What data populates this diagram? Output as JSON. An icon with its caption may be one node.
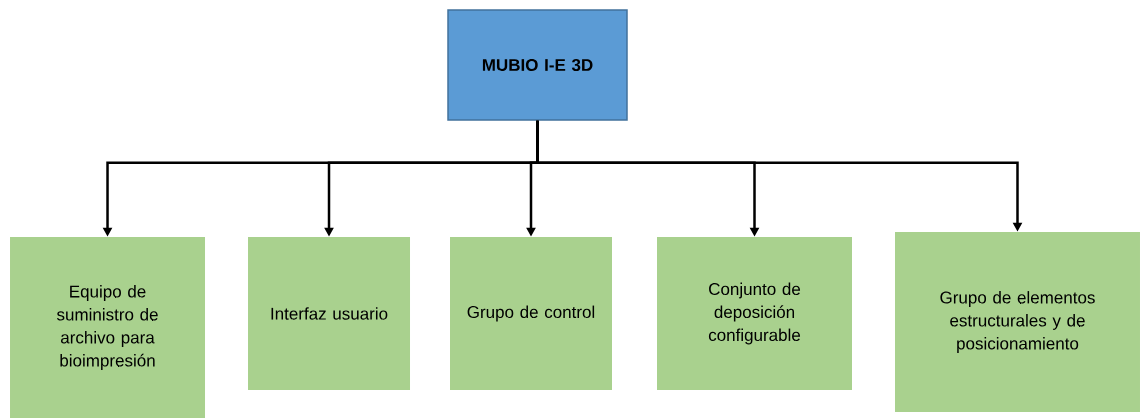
{
  "diagram": {
    "nodes": [
      {
        "text": [
          "MUBIO I-E 3D"
        ]
      },
      {
        "text": [
          "Equipo de suministro de archivo para bioimpresión"
        ]
      },
      {
        "text": [
          "Interfaz usuario"
        ]
      },
      {
        "text": [
          "Grupo de control"
        ]
      },
      {
        "text": [
          "Conjunto de deposición configurable"
        ]
      },
      {
        "text": [
          "Grupo de elementos estructurales y de posicionamiento"
        ]
      }
    ],
    "edges": [
      {
        "from": 0,
        "to": 1,
        "arrow": "to"
      },
      {
        "from": 0,
        "to": 2,
        "arrow": "to"
      },
      {
        "from": 0,
        "to": 3,
        "arrow": "to"
      },
      {
        "from": 0,
        "to": 4,
        "arrow": "to"
      },
      {
        "from": 0,
        "to": 5,
        "arrow": "to"
      }
    ]
  }
}
